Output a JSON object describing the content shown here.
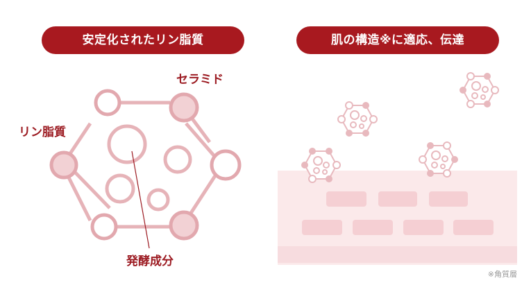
{
  "titles": {
    "left": "安定化されたリン脂質",
    "right": "肌の構造※に適応、伝達"
  },
  "labels": {
    "ceramide": "セラミド",
    "phospholipid": "リン脂質",
    "fermented": "発酵成分"
  },
  "footnote": "※角質層",
  "colors": {
    "brand_red": "#a8191f",
    "label_red": "#9c1b22",
    "line_pink": "#e6b3b8",
    "fill_pink": "#f2d1d4",
    "skin_band": "#fbe9ea",
    "skin_brick": "#f5cfd3"
  }
}
